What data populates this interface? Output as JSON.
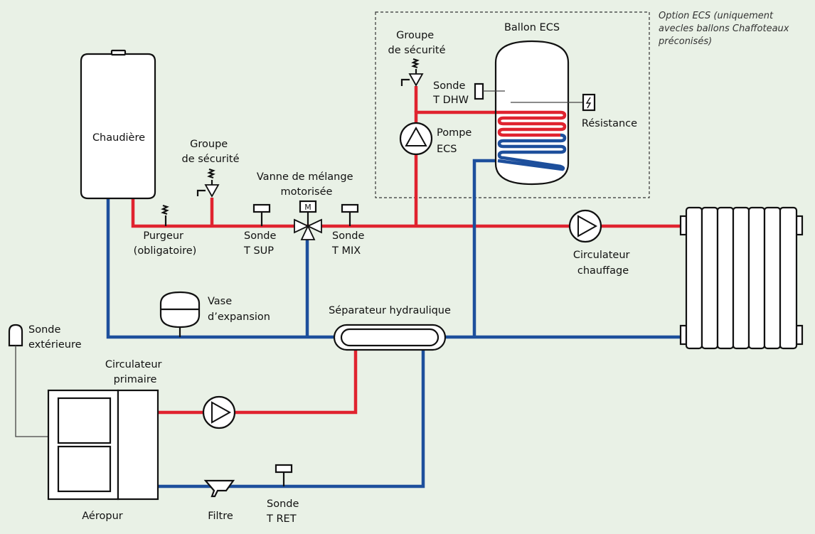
{
  "colors": {
    "background": "#e9f1e6",
    "hot_pipe": "#e0232f",
    "cold_pipe": "#1d4f9c"
  },
  "labels": {
    "option_ecs": [
      "Option ECS (uniquement",
      "avecles ballons Chaffoteaux",
      "préconisés)"
    ],
    "ballon_ecs": "Ballon ECS",
    "groupe_securite_ecs": [
      "Groupe",
      "de sécurité"
    ],
    "sonde_tdhw": [
      "Sonde",
      "T DHW"
    ],
    "resistance": "Résistance",
    "pompe_ecs": [
      "Pompe",
      "ECS"
    ],
    "chaudiere": "Chaudière",
    "groupe_securite": [
      "Groupe",
      "de sécurité"
    ],
    "vanne_melange": [
      "Vanne de mélange",
      "motorisée"
    ],
    "vanne_motor_letter": "M",
    "purgeur": [
      "Purgeur",
      "(obligatoire)"
    ],
    "sonde_tsup": [
      "Sonde",
      "T SUP"
    ],
    "sonde_tmix": [
      "Sonde",
      "T MIX"
    ],
    "circulateur_chauffage": [
      "Circulateur",
      "chauffage"
    ],
    "vase_expansion": [
      "Vase",
      "d’expansion"
    ],
    "separateur": "Séparateur hydraulique",
    "sonde_exterieure": [
      "Sonde",
      "extérieure"
    ],
    "circulateur_primaire": [
      "Circulateur",
      "primaire"
    ],
    "aeropur": "Aéropur",
    "filtre": "Filtre",
    "sonde_tret": [
      "Sonde",
      "T RET"
    ]
  }
}
